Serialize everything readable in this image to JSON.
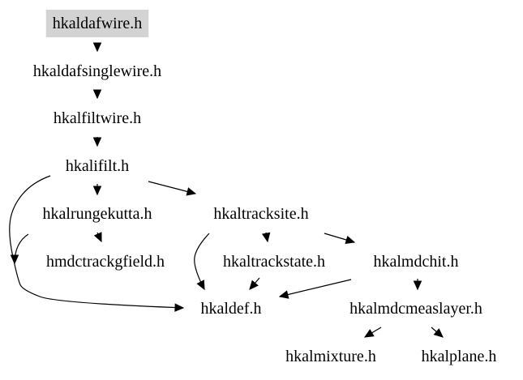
{
  "colors": {
    "background": "#ffffff",
    "highlight_fill": "#d3d3d3",
    "text": "#000000",
    "edge": "#000000"
  },
  "nodes": [
    {
      "id": "hkaldafwire",
      "label": "hkaldafwire.h",
      "highlighted": true
    },
    {
      "id": "hkaldafsinglewire",
      "label": "hkaldafsinglewire.h"
    },
    {
      "id": "hkalfiltwire",
      "label": "hkalfiltwire.h"
    },
    {
      "id": "hkalifilt",
      "label": "hkalifilt.h"
    },
    {
      "id": "hkalrungekutta",
      "label": "hkalrungekutta.h"
    },
    {
      "id": "hkaltracksite",
      "label": "hkaltracksite.h"
    },
    {
      "id": "hmdctrackgfield",
      "label": "hmdctrackgfield.h"
    },
    {
      "id": "hkaltrackstate",
      "label": "hkaltrackstate.h"
    },
    {
      "id": "hkalmdchit",
      "label": "hkalmdchit.h"
    },
    {
      "id": "hkaldef",
      "label": "hkaldef.h"
    },
    {
      "id": "hkalmdcmeaslayer",
      "label": "hkalmdcmeaslayer.h"
    },
    {
      "id": "hkalmixture",
      "label": "hkalmixture.h"
    },
    {
      "id": "hkalplane",
      "label": "hkalplane.h"
    }
  ],
  "edges": [
    {
      "from": "hkaldafwire",
      "to": "hkaldafsinglewire"
    },
    {
      "from": "hkaldafsinglewire",
      "to": "hkalfiltwire"
    },
    {
      "from": "hkalfiltwire",
      "to": "hkalifilt"
    },
    {
      "from": "hkalifilt",
      "to": "hkalrungekutta"
    },
    {
      "from": "hkalifilt",
      "to": "hkaltracksite"
    },
    {
      "from": "hkalifilt",
      "to": "hkaldef"
    },
    {
      "from": "hkalrungekutta",
      "to": "hmdctrackgfield"
    },
    {
      "from": "hkalrungekutta",
      "to": "hkaldef"
    },
    {
      "from": "hkaltracksite",
      "to": "hkaltrackstate"
    },
    {
      "from": "hkaltracksite",
      "to": "hkalmdchit"
    },
    {
      "from": "hkaltracksite",
      "to": "hkaldef"
    },
    {
      "from": "hkaltrackstate",
      "to": "hkaldef"
    },
    {
      "from": "hkalmdchit",
      "to": "hkaldef"
    },
    {
      "from": "hkalmdchit",
      "to": "hkalmdcmeaslayer"
    },
    {
      "from": "hkalmdcmeaslayer",
      "to": "hkalmixture"
    },
    {
      "from": "hkalmdcmeaslayer",
      "to": "hkalplane"
    }
  ]
}
